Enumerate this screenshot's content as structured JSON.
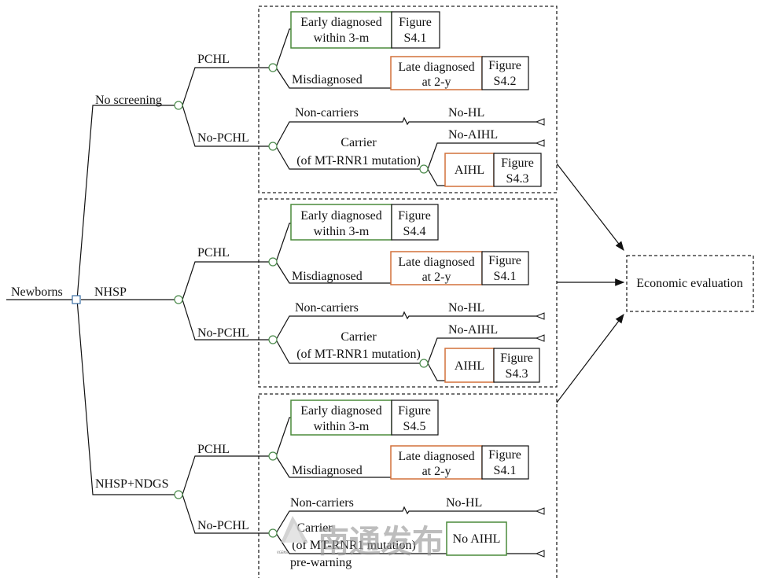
{
  "colors": {
    "line": "#111111",
    "node_border": "#4a8a4a",
    "root_node_border": "#3a6ea5",
    "early_box_border": "#4a8a3a",
    "late_box_border": "#d2703a",
    "panel_border": "#222222"
  },
  "root": {
    "label": "Newborns"
  },
  "strategies": [
    {
      "label": "No screening"
    },
    {
      "label": "NHSP"
    },
    {
      "label": "NHSP+NDGS"
    }
  ],
  "branches": {
    "pchl": "PCHL",
    "no_pchl": "No-PCHL",
    "misdiagnosed": "Misdiagnosed",
    "non_carriers": "Non-carriers",
    "no_hl": "No-HL",
    "no_aihl": "No-AIHL",
    "carrier_line1": "Carrier",
    "carrier_line2": "(of MT-RNR1 mutation)",
    "pre_warning": "pre-warning"
  },
  "boxes": {
    "early_line1": "Early diagnosed",
    "early_line2": "within 3-m",
    "late_line1": "Late diagnosed",
    "late_line2": "at 2-y",
    "aihl": "AIHL",
    "no_aihl_partial": "No AIHL",
    "figure_word": "Figure"
  },
  "figure_refs": {
    "p1_early": "S4.1",
    "p1_late": "S4.2",
    "p1_aihl": "S4.3",
    "p2_early": "S4.4",
    "p2_late": "S4.1",
    "p2_aihl": "S4.3",
    "p3_early": "S4.5",
    "p3_late": "S4.1"
  },
  "outcome": {
    "label": "Economic evaluation"
  },
  "watermark": {
    "text": "南通发布"
  }
}
